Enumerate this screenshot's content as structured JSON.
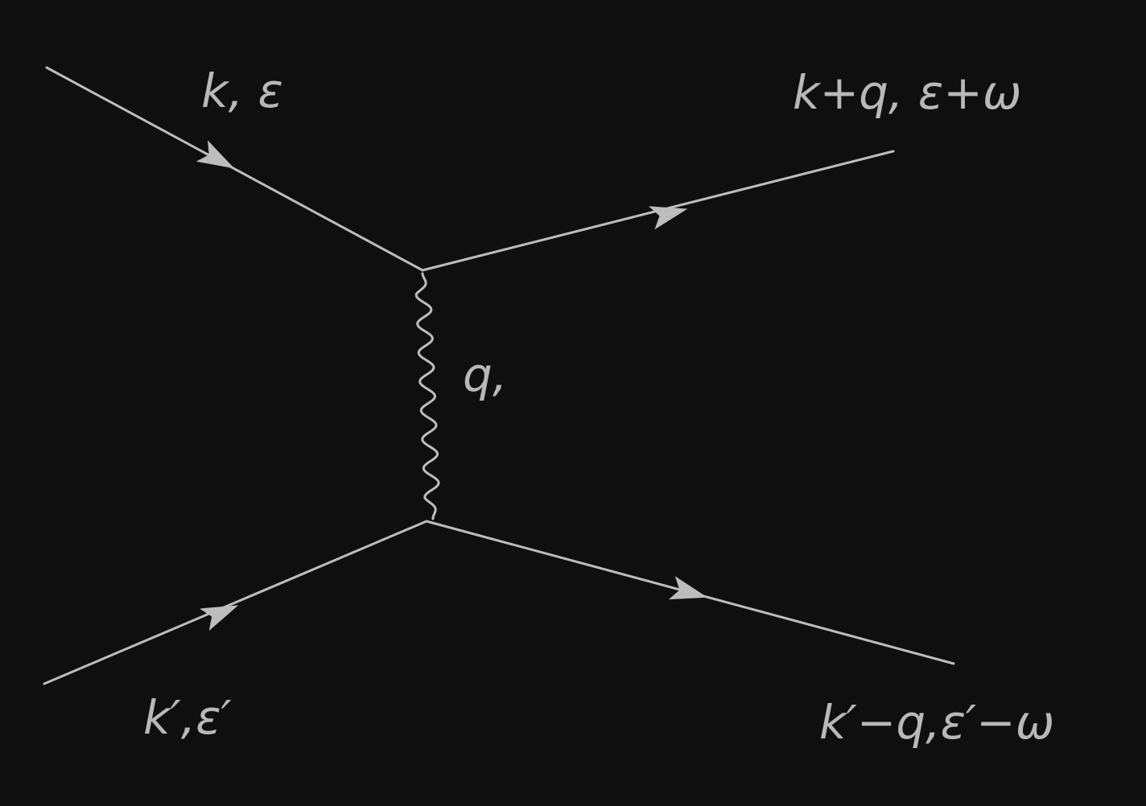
{
  "diagram": {
    "colors": {
      "background": "#0f0f0f",
      "line": "#bdbdbd",
      "text": "#b8b8b8"
    },
    "labels": {
      "incoming_top": "k, ε",
      "outgoing_top": "k+q, ε+ω",
      "exchange": "q,",
      "incoming_bottom": "k′,ε′",
      "outgoing_bottom": "k′−q,ε′−ω"
    }
  }
}
